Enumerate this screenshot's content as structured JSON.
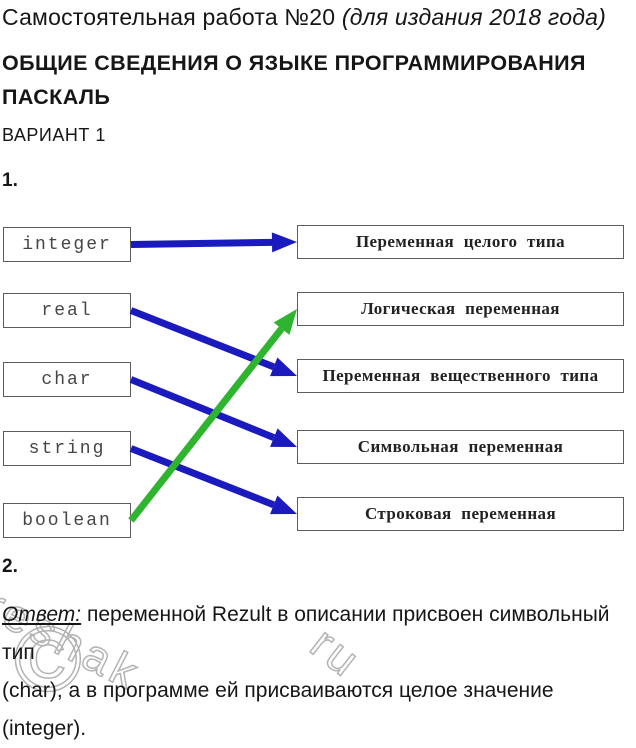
{
  "page": {
    "title": "Самостоятельная работа №20 ",
    "title_note": "(для издания 2018 года)",
    "heading_line1": "ОБЩИЕ СВЕДЕНИЯ О ЯЗЫКЕ ПРОГРАММИРОВАНИЯ",
    "heading_line2": "ПАСКАЛЬ",
    "variant": "ВАРИАНТ 1",
    "question1_number": "1.",
    "question2_number": "2."
  },
  "matching": {
    "left_items": [
      "integer",
      "real",
      "char",
      "string",
      "boolean"
    ],
    "right_items": [
      "Переменная целого типа",
      "Логическая переменная",
      "Переменная вещественного типа",
      "Символьная переменная",
      "Строковая переменная"
    ],
    "connections": [
      {
        "from": 0,
        "to": 0,
        "color": "#1a1abe"
      },
      {
        "from": 1,
        "to": 2,
        "color": "#1a1abe"
      },
      {
        "from": 2,
        "to": 3,
        "color": "#1a1abe"
      },
      {
        "from": 3,
        "to": 4,
        "color": "#1a1abe"
      },
      {
        "from": 4,
        "to": 1,
        "color": "#2eb42e"
      }
    ],
    "arrow_blue": "#1a1abe",
    "arrow_green": "#2eb42e"
  },
  "answer": {
    "label": "Ответ:",
    "lines": [
      " переменной Rezult в описании присвоен символьный тип",
      "(char), а в программе ей присваиваются целое значение",
      "(integer)."
    ]
  },
  "watermark": {
    "word": "reshak",
    "copyright": "©",
    "suffix": "ru"
  }
}
